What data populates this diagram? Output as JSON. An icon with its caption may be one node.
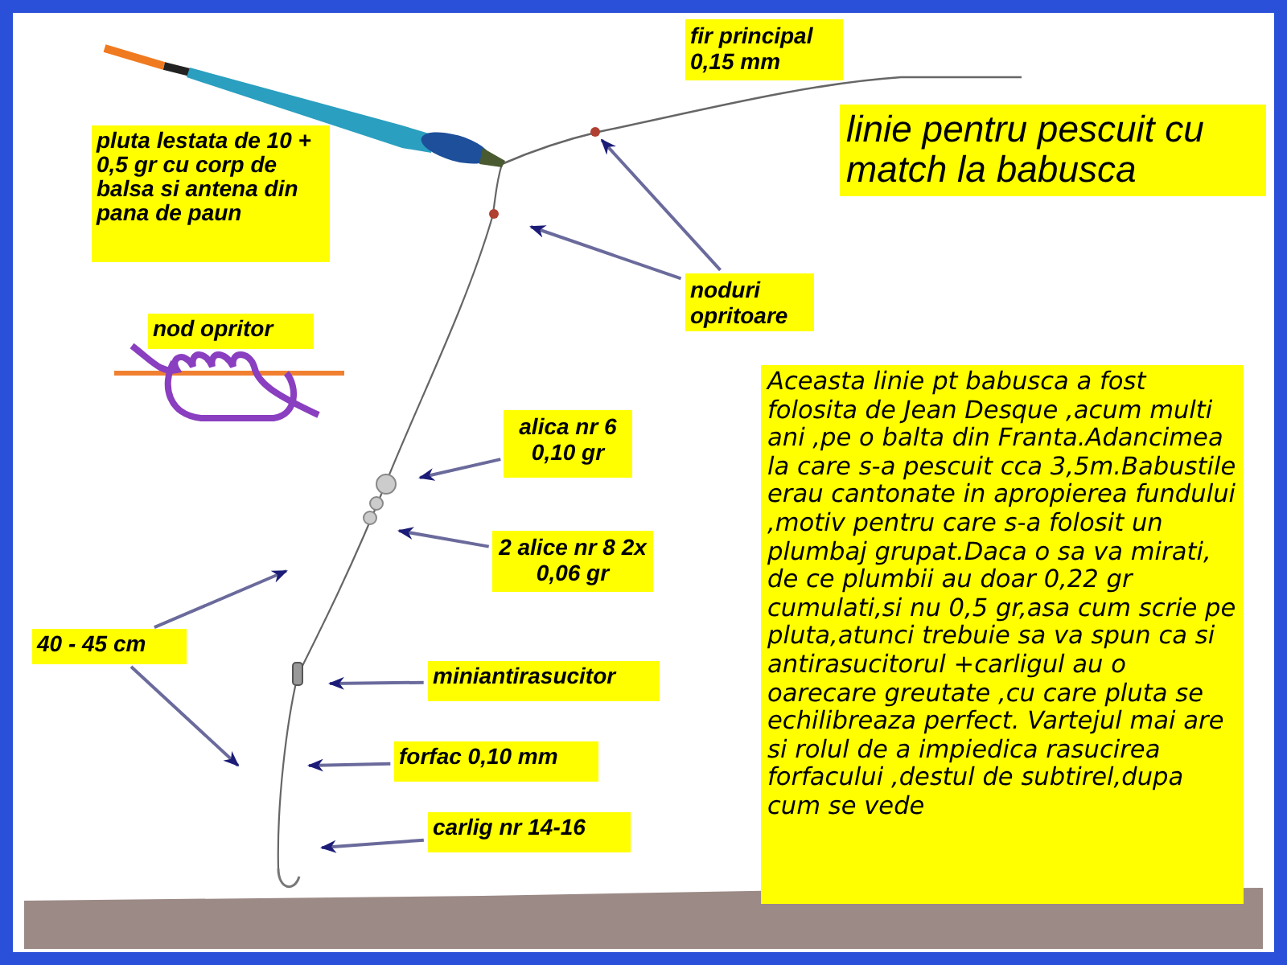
{
  "diagram": {
    "title": "linie pentru pescuit cu match la babusca",
    "nodes": [
      {
        "text": [
          "pluta lestata de 10 + 0,5 gr cu corp de balsa si antena din pana de paun"
        ]
      },
      {
        "text": [
          "fir principal 0,15 mm"
        ]
      },
      {
        "text": [
          "noduri opritoare"
        ]
      },
      {
        "text": [
          "nod opritor"
        ]
      },
      {
        "text": [
          "alica nr 6 0,10 gr"
        ]
      },
      {
        "text": [
          "2 alice nr 8 2x 0,06 gr"
        ]
      },
      {
        "text": [
          "40  - 45 cm"
        ]
      },
      {
        "text": [
          "miniantirasucitor"
        ]
      },
      {
        "text": [
          "forfac 0,10 mm"
        ]
      },
      {
        "text": [
          "carlig nr 14-16"
        ]
      },
      {
        "text": [
          "Aceasta linie pt babusca a fost folosita de Jean Desque ,acum multi ani ,pe o balta din Franta.Adancimea la care s-a pescuit cca 3,5m.Babustile erau cantonate in apropierea fundului ,motiv pentru care s-a folosit un plumbaj grupat.Daca o sa va mirati, de ce plumbii au doar 0,22 gr cumulati,si nu 0,5 gr,asa cum scrie pe pluta,atunci trebuie sa va spun ca si antirasucitorul +carligul au o oarecare greutate ,cu care pluta se echilibreaza perfect. Vartejul mai are si rolul de a impiedica rasucirea forfacului ,destul de subtirel,dupa cum se vede"
        ]
      }
    ],
    "edges": [
      {
        "from": 2,
        "to": null,
        "arrow": "to"
      },
      {
        "from": 2,
        "to": null,
        "arrow": "to"
      },
      {
        "from": 4,
        "to": null,
        "arrow": "to"
      },
      {
        "from": 5,
        "to": null,
        "arrow": "to"
      },
      {
        "from": 6,
        "to": null,
        "arrow": "to"
      },
      {
        "from": 6,
        "to": null,
        "arrow": "to"
      },
      {
        "from": 7,
        "to": null,
        "arrow": "to"
      },
      {
        "from": 8,
        "to": null,
        "arrow": "to"
      },
      {
        "from": 9,
        "to": null,
        "arrow": "to"
      }
    ]
  }
}
